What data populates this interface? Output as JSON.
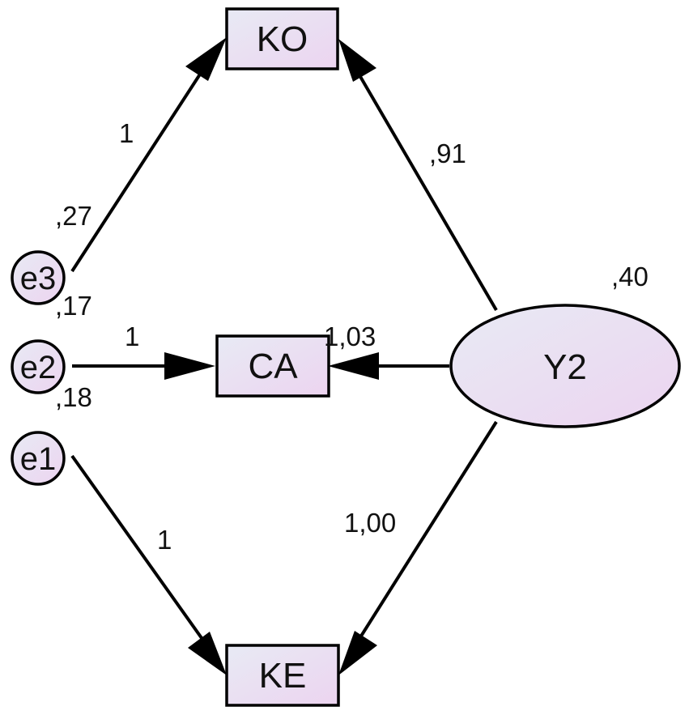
{
  "observed": {
    "ko": "KO",
    "ca": "CA",
    "ke": "KE"
  },
  "latent": {
    "y2": "Y2",
    "y2_variance": ",40"
  },
  "errors": {
    "e3": "e3",
    "e2": "e2",
    "e1": "e1",
    "e3_variance": ",27",
    "e2_variance": ",17",
    "e1_variance": ",18"
  },
  "paths": {
    "e3_to_ko": "1",
    "e2_to_ca": "1",
    "e1_to_ke": "1",
    "y2_to_ko": ",91",
    "y2_to_ca": "1,03",
    "y2_to_ke": "1,00"
  },
  "colors": {
    "node_fill_start": "#e6e8f4",
    "node_fill_end": "#ecd6f0",
    "line": "#000000"
  }
}
